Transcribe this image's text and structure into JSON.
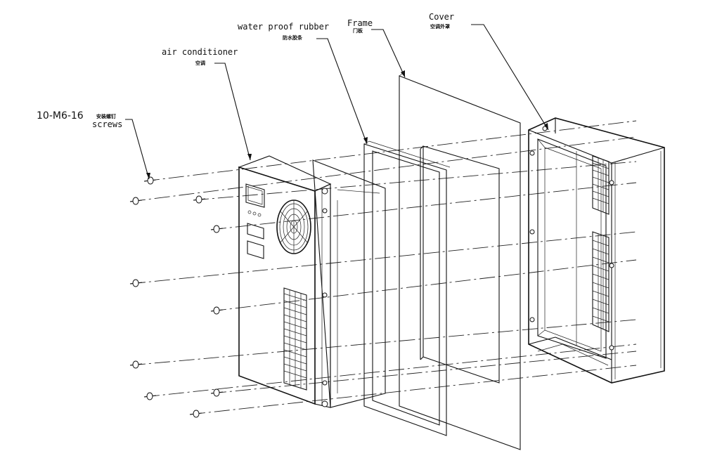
{
  "labels": {
    "screws_spec": "10-M6-16",
    "screws_cn": "安装螺钉",
    "screws_en": "screws",
    "ac_en": "air conditioner",
    "ac_cn": "空调",
    "rubber_en": "water proof rubber",
    "rubber_cn": "防水胶条",
    "frame_en": "Frame",
    "frame_cn": "门板",
    "cover_en": "Cover",
    "cover_cn": "空调外罩"
  },
  "parts": [
    "screws",
    "air-conditioner",
    "water-proof-rubber",
    "frame",
    "cover"
  ],
  "screw_count": 10
}
